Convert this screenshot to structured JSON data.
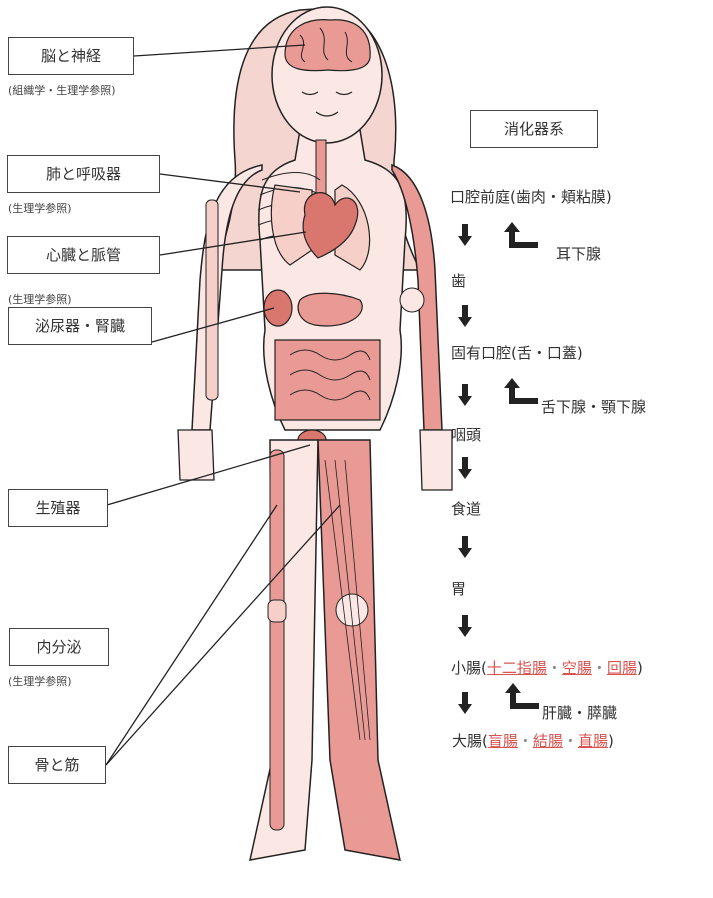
{
  "organ_labels": {
    "brain": "脳と神経",
    "brain_note": "(組織学・生理学参照)",
    "lung": "肺と呼吸器",
    "lung_note": "(生理学参照)",
    "heart": "心臓と脈管",
    "heart_note": "(生理学参照)",
    "urinary": "泌尿器・腎臓",
    "reproductive": "生殖器",
    "endocrine": "内分泌",
    "endocrine_note": "(生理学参照)",
    "bone_muscle": "骨と筋"
  },
  "digestive": {
    "title": "消化器系",
    "oral_vestibule": "口腔前庭(歯肉・頬粘膜)",
    "parotid": "耳下腺",
    "teeth": "歯",
    "oral_proper": "固有口腔(舌・口蓋)",
    "sublingual": "舌下腺・顎下腺",
    "pharynx": "咽頭",
    "esophagus": "食道",
    "stomach": "胃",
    "small_intestine": "小腸",
    "small_parts": [
      "十二指腸",
      "空腸",
      "回腸"
    ],
    "liver_pancreas": "肝臓・膵臓",
    "large_intestine": "大腸",
    "large_parts": [
      "盲腸",
      "結腸",
      "直腸"
    ]
  },
  "colors": {
    "skin": "#fbe7e4",
    "hair": "#f5d5d0",
    "organ": "#e99a95",
    "organ_dark": "#d9776f",
    "bone": "#f6cfc9",
    "link": "#d9534f"
  }
}
